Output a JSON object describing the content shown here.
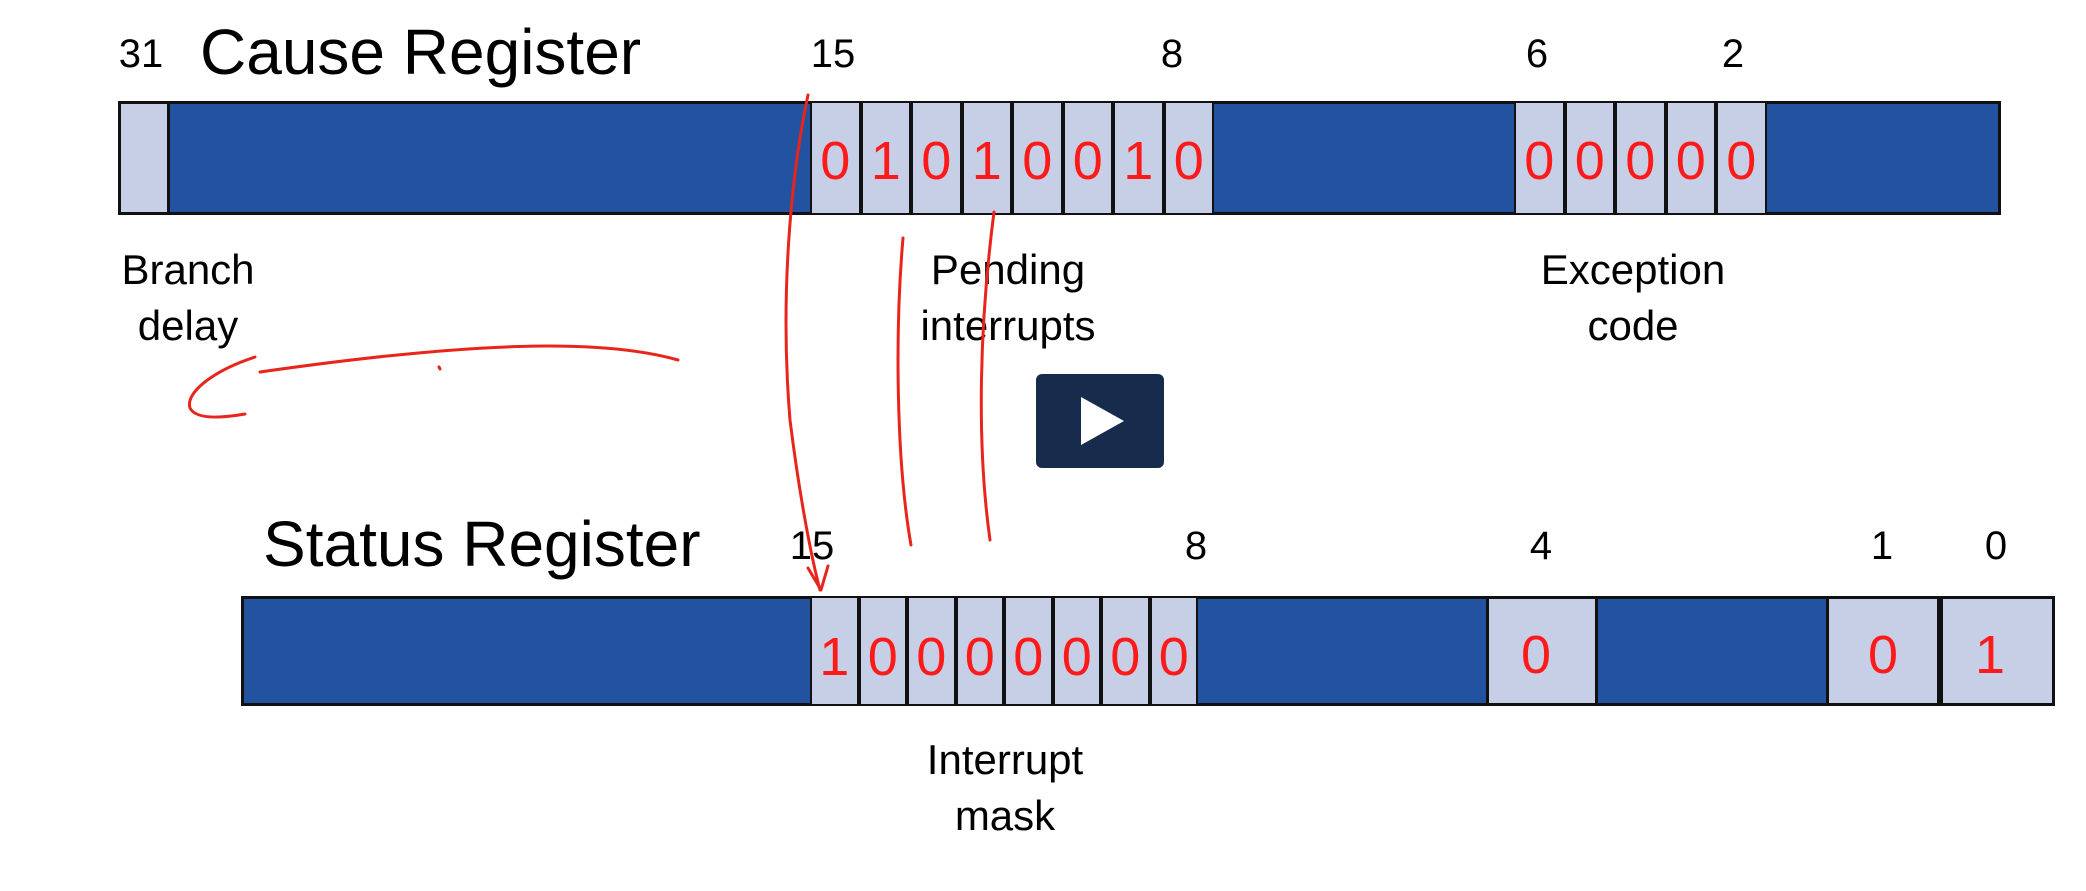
{
  "cause_register": {
    "title": "Cause Register",
    "bit_numbers": [
      "31",
      "15",
      "8",
      "6",
      "2"
    ],
    "pending_bits": [
      "0",
      "1",
      "0",
      "1",
      "0",
      "0",
      "1",
      "0"
    ],
    "exception_bits": [
      "0",
      "0",
      "0",
      "0",
      "0"
    ],
    "labels": {
      "branch_delay": [
        "Branch",
        "delay"
      ],
      "pending_interrupts": [
        "Pending",
        "interrupts"
      ],
      "exception_code": [
        "Exception",
        "code"
      ]
    }
  },
  "status_register": {
    "title": "Status Register",
    "bit_numbers": [
      "15",
      "8",
      "4",
      "1",
      "0"
    ],
    "mask_bits": [
      "1",
      "0",
      "0",
      "0",
      "0",
      "0",
      "0",
      "0"
    ],
    "bit4_value": "0",
    "bit1_value": "0",
    "bit0_value": "1",
    "labels": {
      "interrupt_mask": [
        "Interrupt",
        "mask"
      ]
    }
  },
  "colors": {
    "field_fill": "#2252a0",
    "cell_fill": "#c6cfe6",
    "bit_text": "#ff1a1a",
    "ink": "#e8251c",
    "play_button": "#172b4d"
  },
  "icons": {
    "play": "play-icon"
  }
}
